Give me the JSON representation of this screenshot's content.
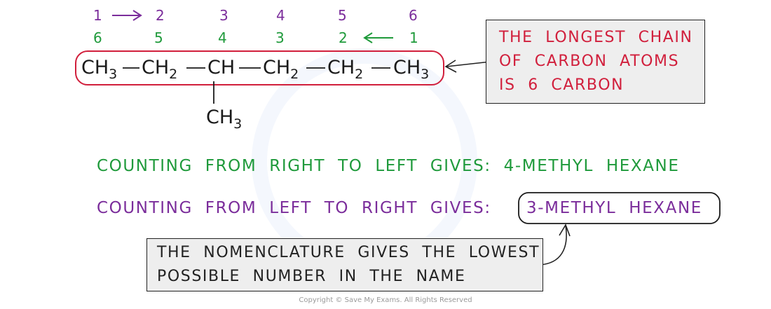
{
  "numbering_left_to_right": [
    "1",
    "2",
    "3",
    "4",
    "5",
    "6"
  ],
  "numbering_right_to_left": [
    "6",
    "5",
    "4",
    "3",
    "2",
    "1"
  ],
  "colors": {
    "purple": "#7b2d9b",
    "green": "#1f9a3b",
    "red": "#d11f3c",
    "box_fill": "#eeeeee"
  },
  "molecule": {
    "main_chain": [
      {
        "symbol": "CH",
        "sub": "3"
      },
      {
        "symbol": "CH",
        "sub": "2"
      },
      {
        "symbol": "CH",
        "sub": ""
      },
      {
        "symbol": "CH",
        "sub": "2"
      },
      {
        "symbol": "CH",
        "sub": "2"
      },
      {
        "symbol": "CH",
        "sub": "3"
      }
    ],
    "branch": {
      "symbol": "CH",
      "sub": "3"
    }
  },
  "longest_chain_note": {
    "lines": [
      "THE LONGEST CHAIN",
      "OF CARBON ATOMS",
      "IS 6 CARBON"
    ]
  },
  "right_to_left_statement": "COUNTING FROM RIGHT TO LEFT GIVES: 4-METHYL HEXANE",
  "left_to_right_statement": {
    "prefix": "COUNTING FROM LEFT TO RIGHT GIVES:",
    "answer": "3-METHYL HEXANE"
  },
  "nomenclature_note": {
    "lines": [
      "THE NOMENCLATURE GIVES THE LOWEST",
      "POSSIBLE NUMBER IN THE NAME"
    ]
  },
  "copyright": "Copyright © Save My Exams. All Rights Reserved"
}
